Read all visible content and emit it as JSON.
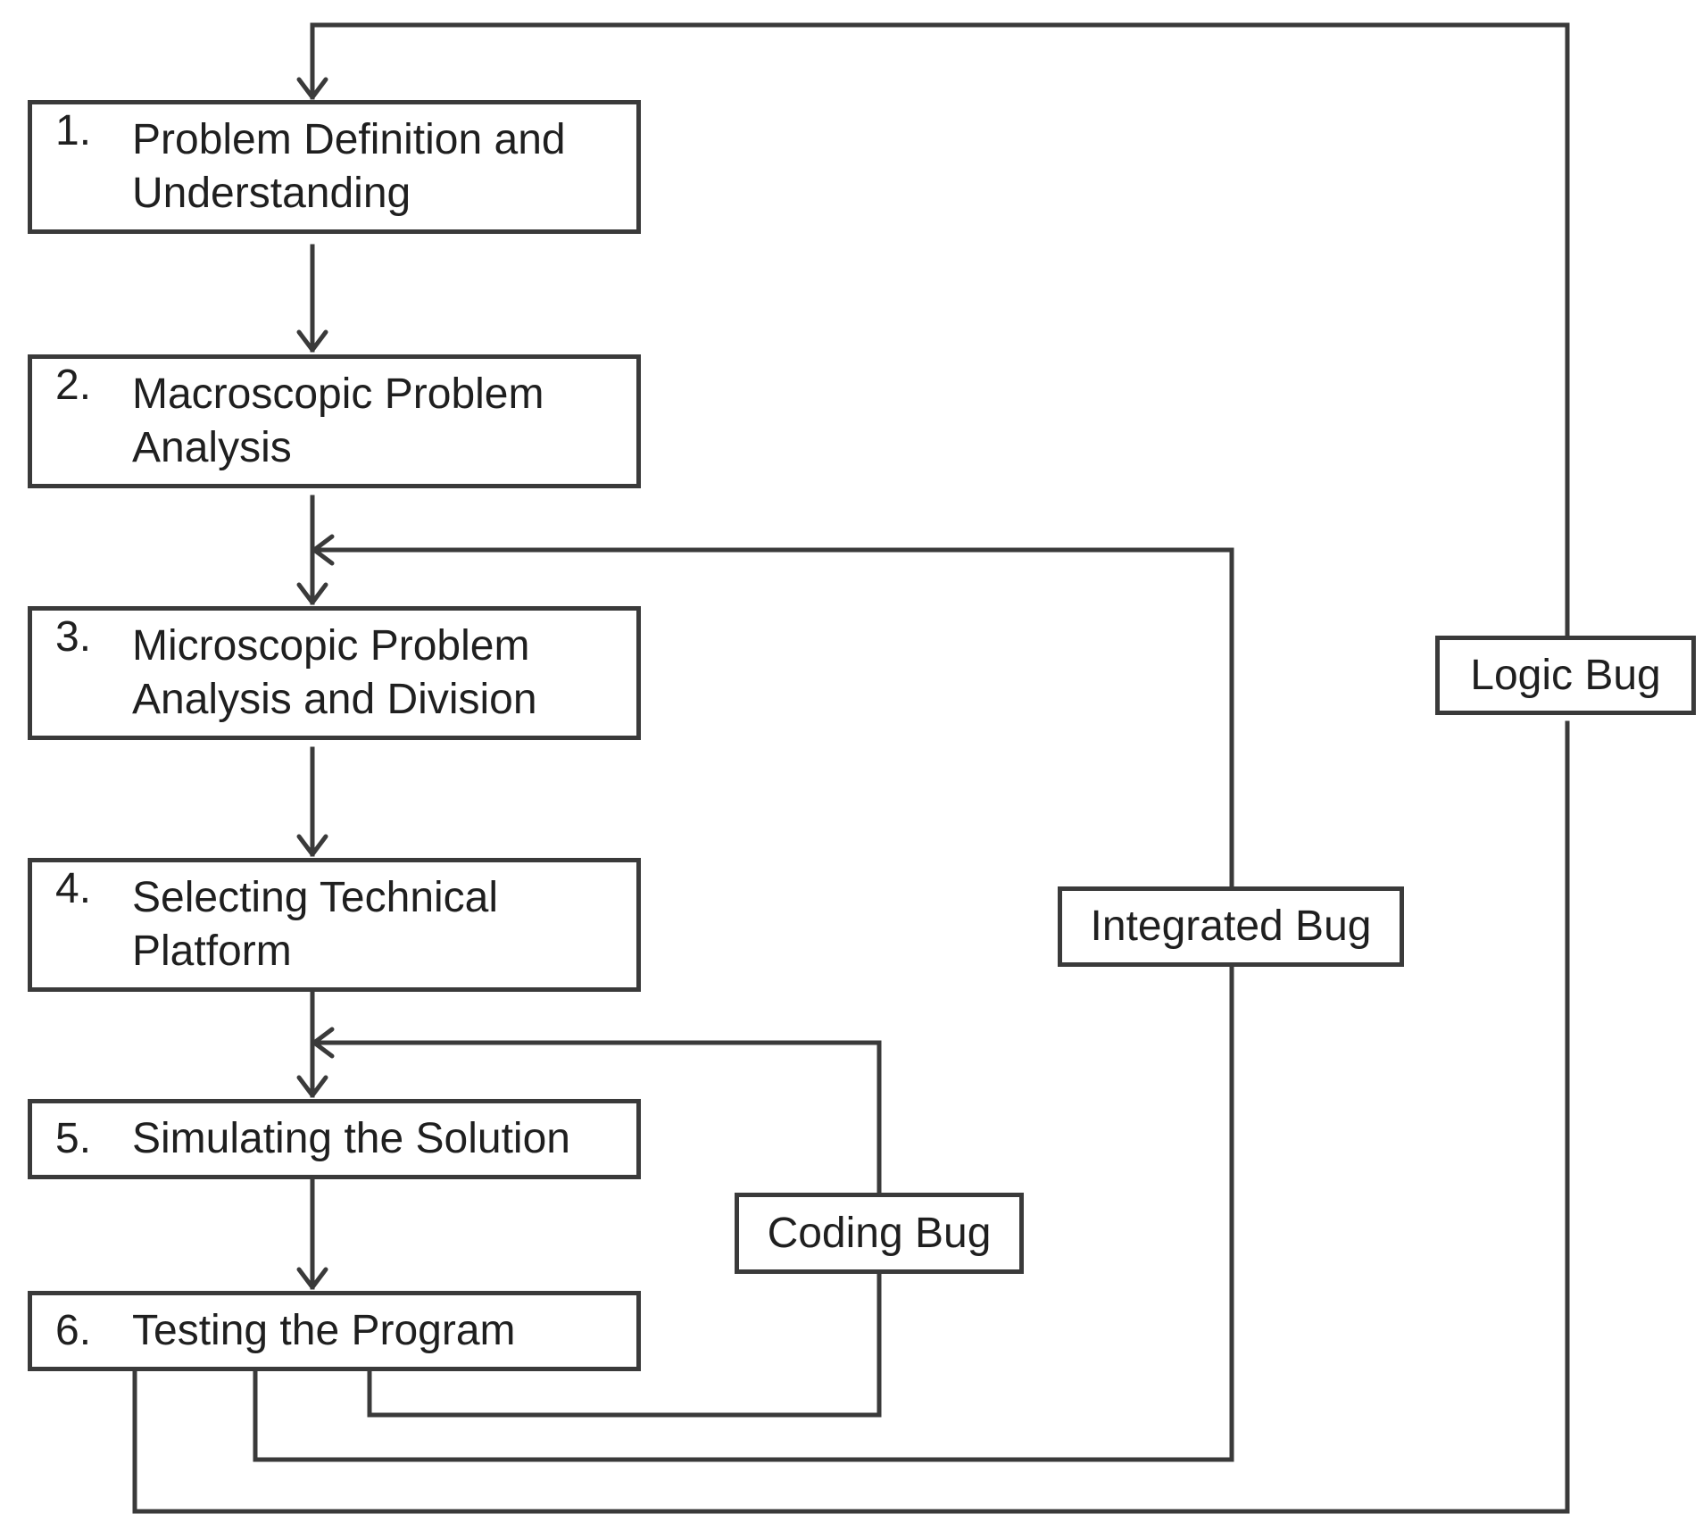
{
  "steps": [
    {
      "number": "1.",
      "label": "Problem Definition and\nUnderstanding"
    },
    {
      "number": "2.",
      "label": "Macroscopic Problem\nAnalysis"
    },
    {
      "number": "3.",
      "label": "Microscopic Problem\nAnalysis and Division"
    },
    {
      "number": "4.",
      "label": "Selecting Technical\nPlatform"
    },
    {
      "number": "5.",
      "label": "Simulating the Solution"
    },
    {
      "number": "6.",
      "label": "Testing the Program"
    }
  ],
  "bugs": {
    "coding": "Coding Bug",
    "integrated": "Integrated Bug",
    "logic": "Logic Bug"
  },
  "colors": {
    "line": "#3a3a3a",
    "text": "#1f1f1f",
    "background": "#ffffff"
  }
}
